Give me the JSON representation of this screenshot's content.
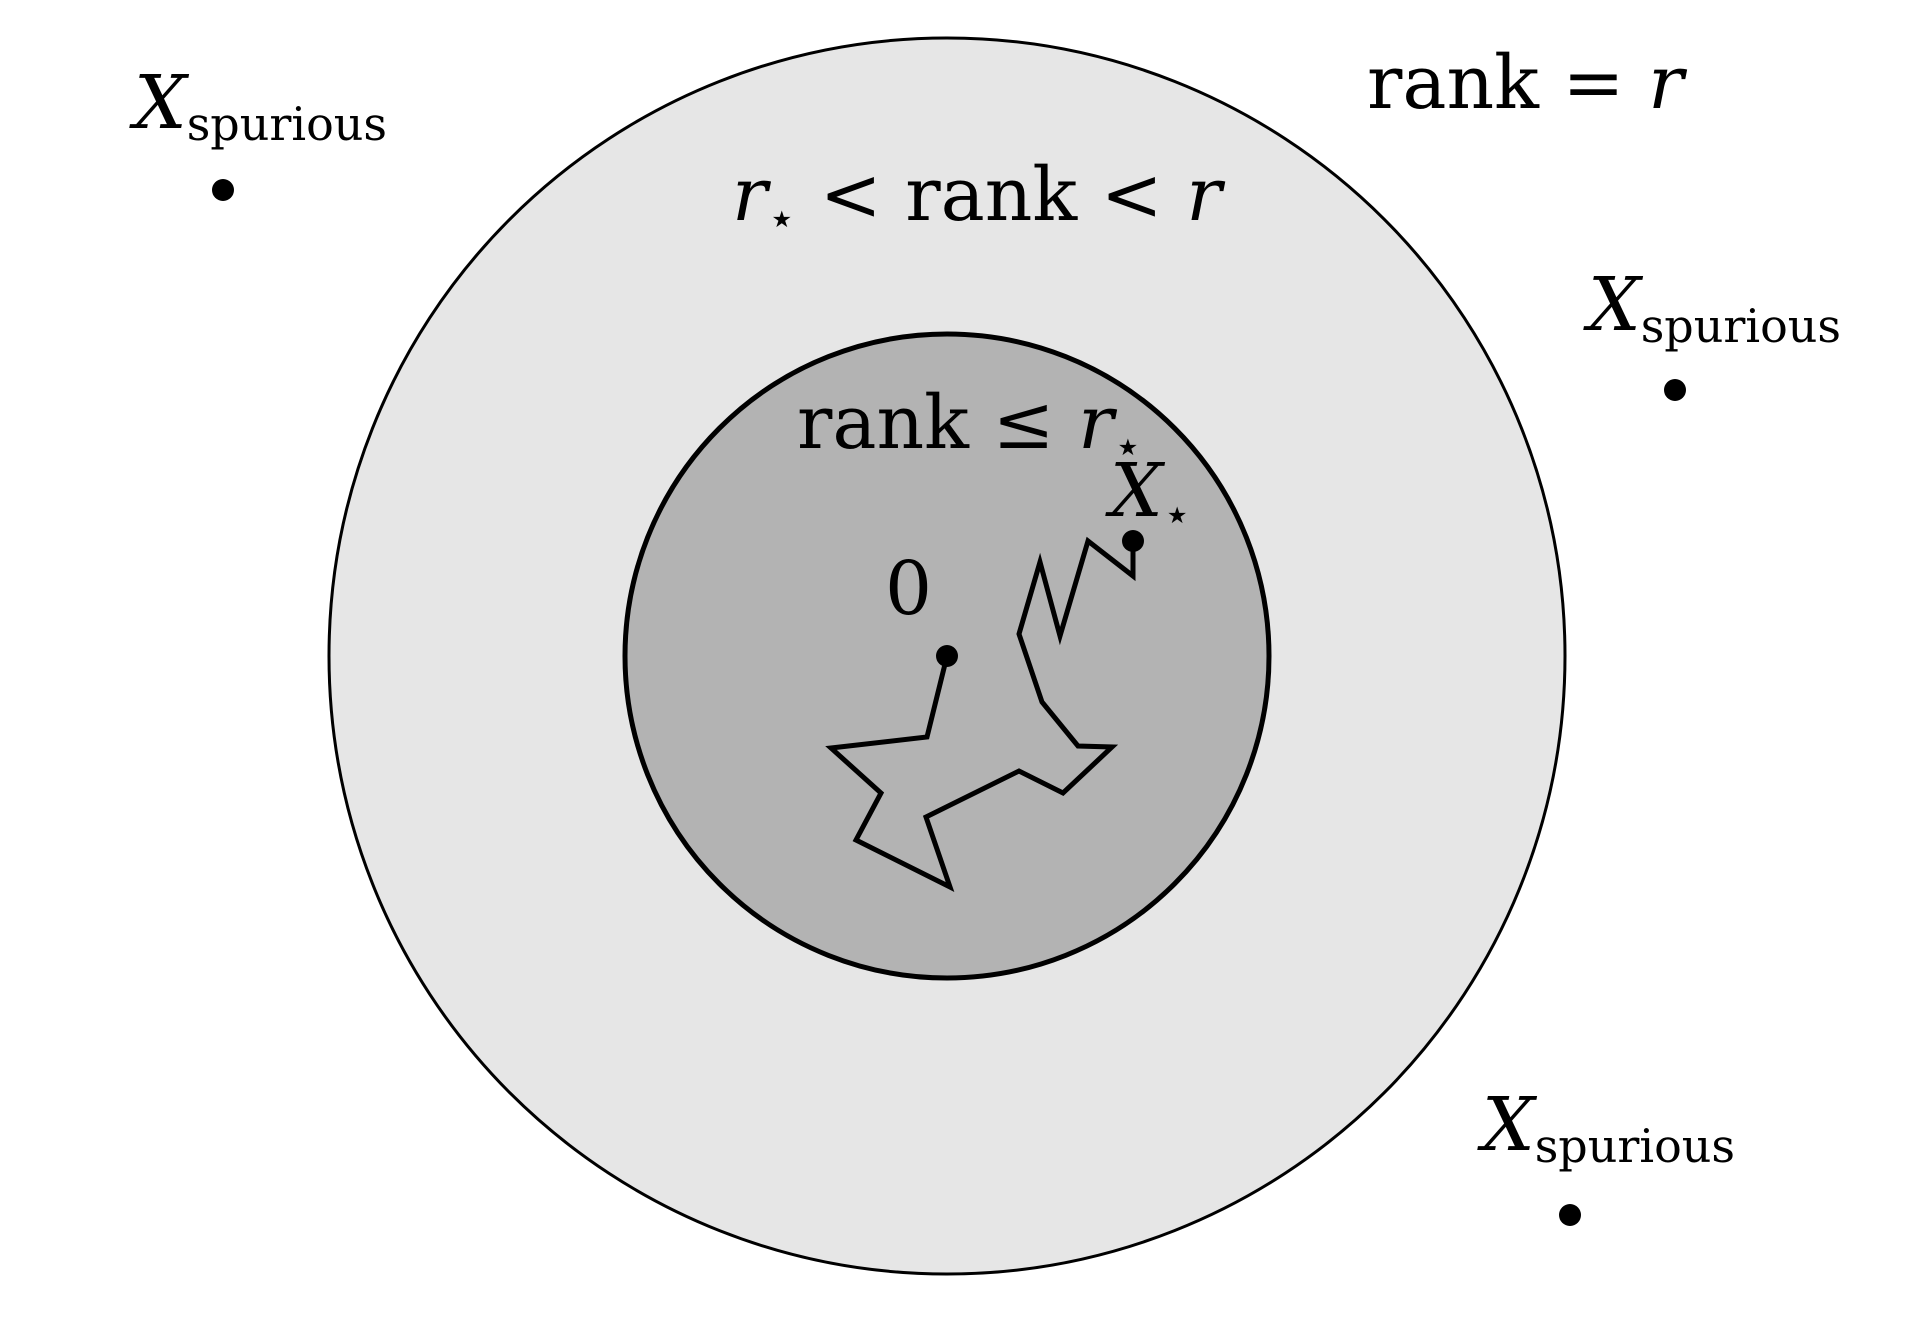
{
  "colors": {
    "background": "#ffffff",
    "outer_region": "#e6e6e6",
    "inner_region": "#b3b3b3",
    "stroke": "#000000"
  },
  "labels": {
    "outer_region": {
      "rank_word": "rank",
      "relation": " = ",
      "var": "r"
    },
    "middle_region": {
      "left_var": "r",
      "left_sub": "⋆",
      "rel1": " < ",
      "rank_word": "rank",
      "rel2": " < ",
      "right_var": "r"
    },
    "inner_region": {
      "rank_word": "rank",
      "relation": " ≤ ",
      "var": "r",
      "sub": "⋆"
    },
    "origin": "0",
    "target": {
      "var": "X",
      "sub": "⋆"
    },
    "spurious": {
      "var": "X",
      "sub": "spurious"
    }
  }
}
